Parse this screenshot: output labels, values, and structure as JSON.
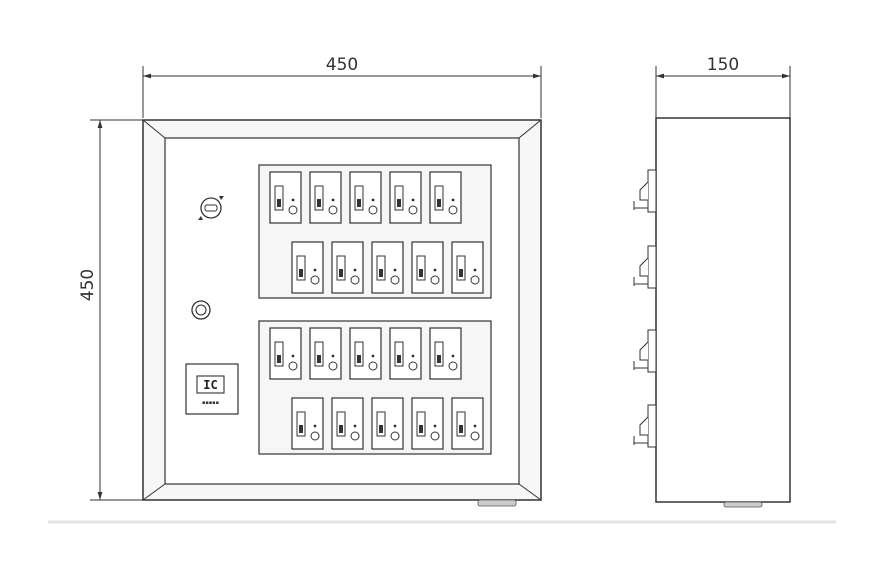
{
  "dimensions": {
    "front_width": "450",
    "front_height": "450",
    "side_depth": "150"
  },
  "front_panel": {
    "card_reader_label": "IC",
    "card_reader_sublabel": "▪▪▪▪▪",
    "module_groups": [
      {
        "rows": [
          5,
          5
        ]
      },
      {
        "rows": [
          5,
          5
        ]
      }
    ]
  },
  "side_view": {
    "latch_count": 4
  }
}
